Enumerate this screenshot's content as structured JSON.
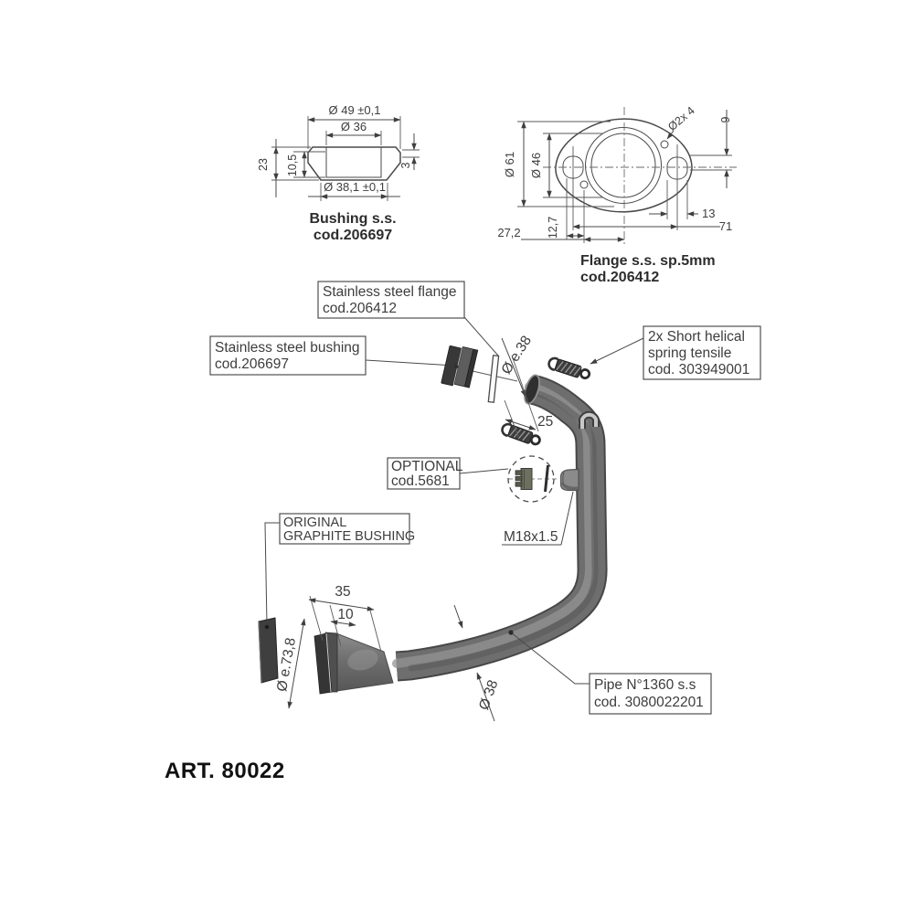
{
  "art_number": "ART. 80022",
  "colors": {
    "line": "#4a4a4a",
    "text": "#3d3d3d",
    "pipe_body": "#6e6e6e",
    "pipe_edge": "#474747",
    "pipe_highlight": "#949494",
    "dark_part": "#3a3a3a",
    "plug_olive": "#6d705d",
    "background": "#ffffff"
  },
  "bushing_drawing": {
    "title1": "Bushing s.s.",
    "title2": "cod.206697",
    "dim_top": "Ø 49 ±0,1",
    "dim_inner": "Ø 36",
    "dim_height": "23",
    "dim_depth": "10,5",
    "dim_lip": "3",
    "dim_bottom": "Ø 38,1 ±0,1"
  },
  "flange_drawing": {
    "title1": "Flange s.s. sp.5mm",
    "title2": "cod.206412",
    "dim_outer": "Ø 61",
    "dim_bore": "Ø 46",
    "dim_holes": "Ø2x 4",
    "dim_hole_offset": "9",
    "dim_slot": "13",
    "dim_span": "71",
    "dim_sh_x": "12,7",
    "dim_sh_y": "27,2"
  },
  "callouts": {
    "flange": [
      "Stainless steel flange",
      "cod.206412"
    ],
    "bushing": [
      "Stainless steel bushing",
      "cod.206697"
    ],
    "spring": [
      "2x Short helical",
      "spring tensile",
      "cod. 303949001"
    ],
    "optional": [
      "OPTIONAL",
      "cod.5681"
    ],
    "graphite": [
      "ORIGINAL",
      "GRAPHITE BUSHING"
    ],
    "pipe": [
      "Pipe N°1360 s.s",
      "cod. 3080022201"
    ],
    "thread": "M18x1.5"
  },
  "exploded_dims": {
    "pipe_end": "Ø e.38",
    "insert": "25",
    "flare_len": "35",
    "flare_band": "10",
    "flare_dia": "Ø e.73,8",
    "pipe_dia": "Ø 38"
  }
}
